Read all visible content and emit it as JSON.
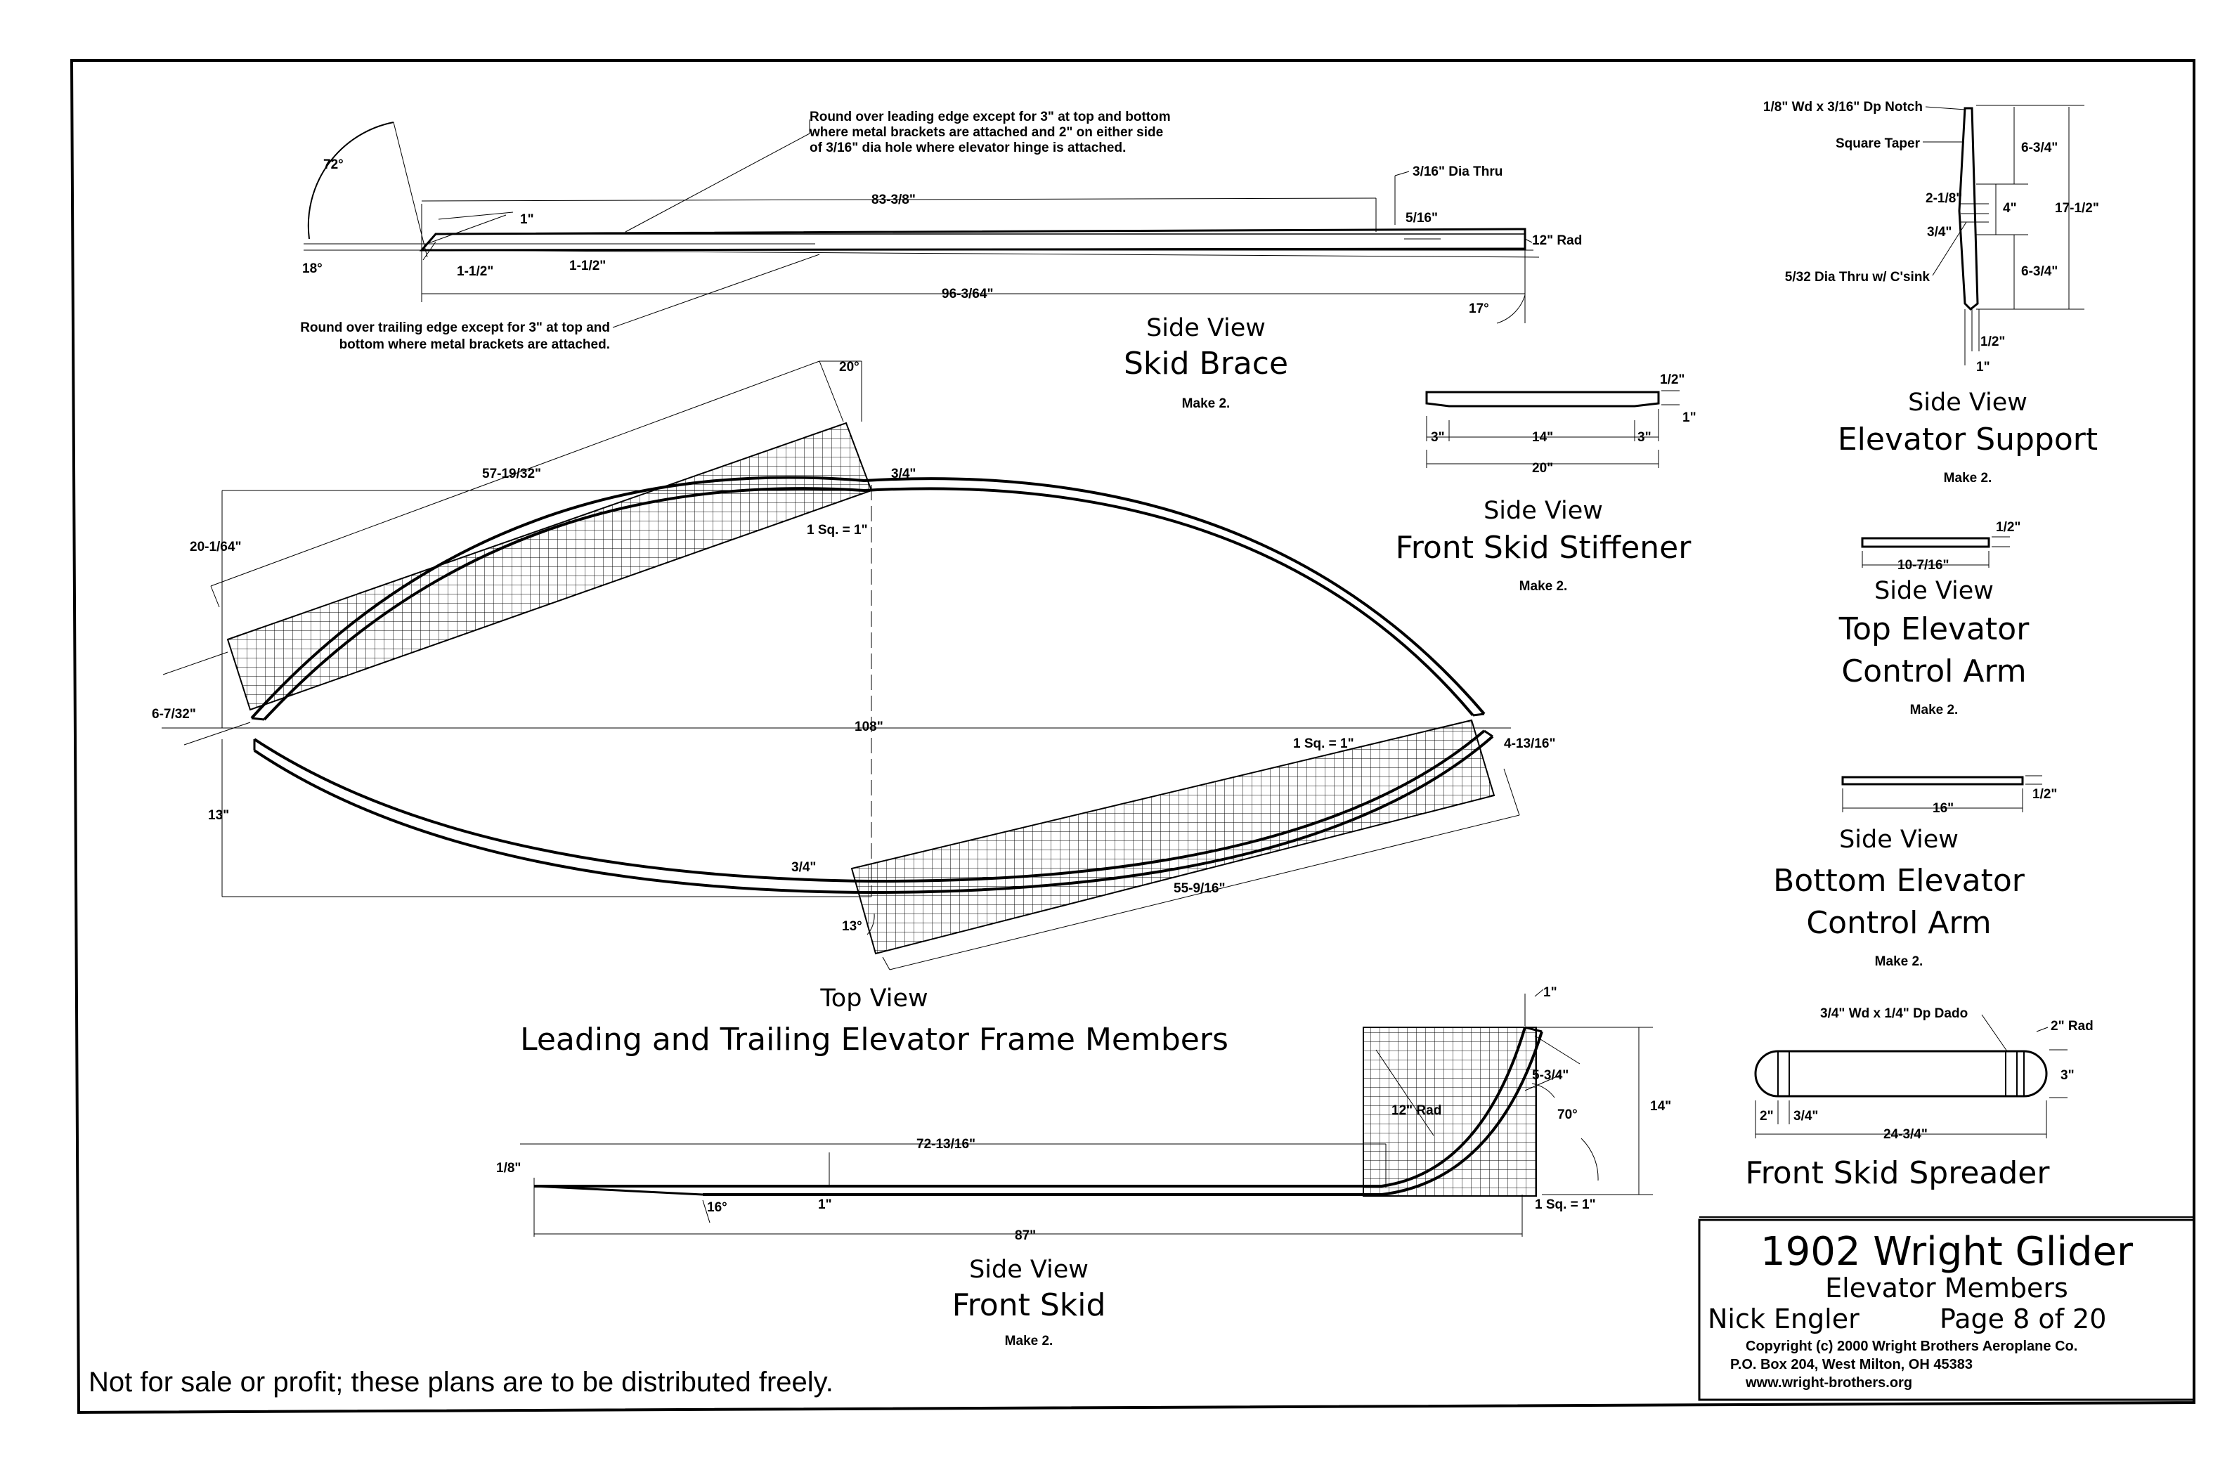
{
  "footer": "Not for sale or profit; these plans are to be distributed freely.",
  "title_block": {
    "title": "1902 Wright Glider",
    "subtitle": "Elevator Members",
    "author": "Nick Engler",
    "page": "Page 8 of 20",
    "copyright": "Copyright  (c)  2000 Wright Brothers Aeroplane Co.",
    "address": "P.O. Box 204, West Milton, OH  45383",
    "website": "www.wright-brothers.org"
  },
  "skid_brace": {
    "view": "Side View",
    "title": "Skid Brace",
    "make": "Make 2.",
    "note_top": [
      "Round over leading edge except for 3\" at top and bottom",
      "where metal brackets are attached and 2\" on either side",
      "of 3/16\" dia hole where elevator hinge is attached."
    ],
    "note_bottom": [
      "Round over trailing edge except for 3\" at top and",
      "bottom where metal brackets are attached."
    ],
    "dims": {
      "a72": "72°",
      "a18": "18°",
      "a17": "17°",
      "d1": "1\"",
      "d112a": "1-1/2\"",
      "d112b": "1-1/2\"",
      "d8338": "83-3/8\"",
      "d96": "96-3/64\"",
      "dia": "3/16\" Dia Thru",
      "d516": "5/16\"",
      "rad": "12\" Rad"
    }
  },
  "front_skid_stiffener": {
    "view": "Side View",
    "title": "Front Skid Stiffener",
    "make": "Make 2.",
    "dims": {
      "h12": "1/2\"",
      "h1": "1\"",
      "a": "3\"",
      "b": "14\"",
      "c": "3\"",
      "t": "20\""
    }
  },
  "elevator_support": {
    "view": "Side View",
    "title": "Elevator Support",
    "make": "Make 2.",
    "dims": {
      "notch": "1/8\" Wd x 3/16\" Dp Notch",
      "taper": "Square Taper",
      "d634a": "6-3/4\"",
      "d218": "2-1/8\"",
      "d4": "4\"",
      "d34": "3/4\"",
      "d1712": "17-1/2\"",
      "hole": "5/32  Dia Thru w/ C'sink",
      "d634b": "6-3/4\"",
      "d12": "1/2\"",
      "d1": "1\""
    }
  },
  "top_elevator_arm": {
    "view": "Side View",
    "title": [
      "Top Elevator",
      "Control Arm"
    ],
    "make": "Make 2.",
    "dims": {
      "h": "1/2\"",
      "l": "10-7/16\""
    }
  },
  "bottom_elevator_arm": {
    "view": "Side View",
    "title": [
      "Bottom Elevator",
      "Control Arm"
    ],
    "make": "Make 2.",
    "dims": {
      "l": "16\"",
      "h": "1/2\""
    }
  },
  "front_skid_spreader": {
    "title": "Front Skid Spreader",
    "dims": {
      "dado": "3/4\" Wd x 1/4\" Dp Dado",
      "rad": "2\" Rad",
      "h": "3\"",
      "a": "2\"",
      "b": "3/4\"",
      "l": "24-3/4\""
    }
  },
  "elevator_frame": {
    "view": "Top View",
    "title": "Leading and Trailing Elevator Frame Members",
    "dims": {
      "a20": "20°",
      "d5719": "57-19/32\"",
      "d34a": "3/4\"",
      "sq1": "1 Sq. = 1\"",
      "d2001": "20-1/64\"",
      "d6732": "6-7/32\"",
      "d108": "108\"",
      "sq2": "1 Sq. = 1\"",
      "d41316": "4-13/16\"",
      "d13": "13\"",
      "d34b": "3/4\"",
      "d55916": "55-9/16\"",
      "a13": "13°"
    }
  },
  "front_skid": {
    "view": "Side View",
    "title": "Front Skid",
    "make": "Make 2.",
    "dims": {
      "d1a": "1\"",
      "d534": "5-3/4\"",
      "rad": "12\" Rad",
      "a70": "70°",
      "d14": "14\"",
      "d7213": "72-13/16\"",
      "d18": "1/8\"",
      "a16": "16°",
      "d1b": "1\"",
      "sq": "1 Sq. = 1\"",
      "d87": "87\""
    }
  }
}
